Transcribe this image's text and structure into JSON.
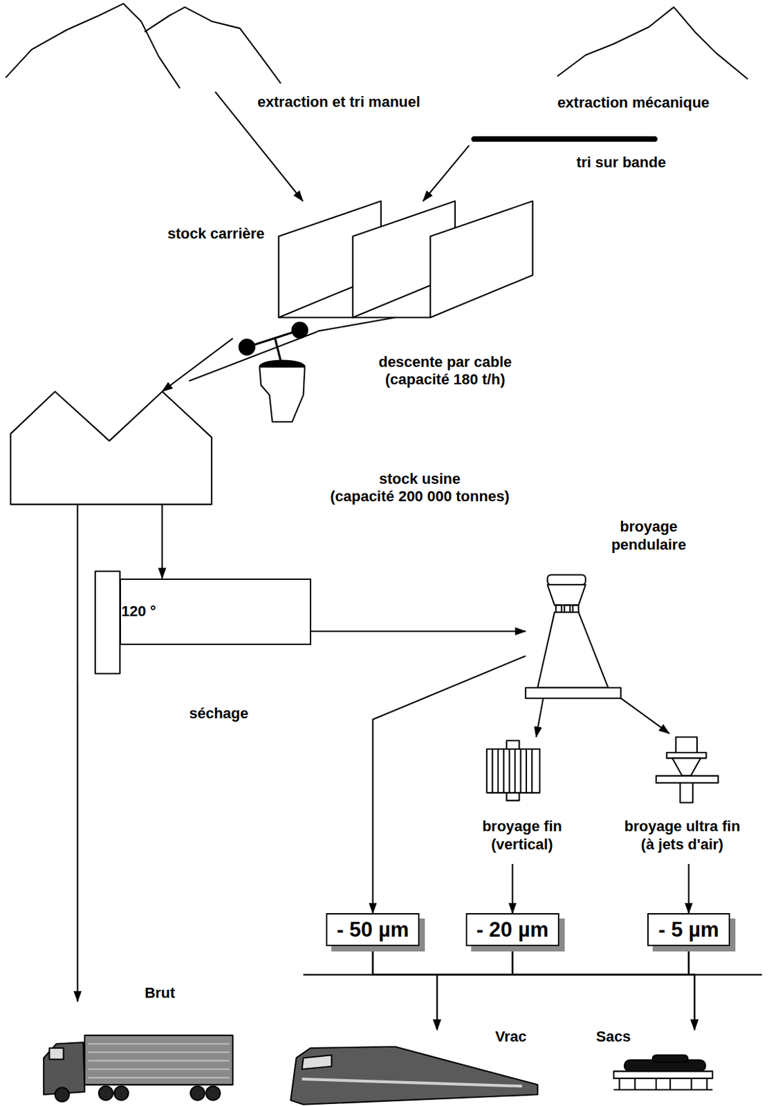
{
  "diagram": {
    "nodes": [
      {
        "text": [
          "extraction et tri manuel"
        ]
      },
      {
        "text": [
          "extraction mécanique"
        ]
      },
      {
        "text": [
          "tri sur bande"
        ]
      },
      {
        "text": [
          "stock carrière"
        ]
      },
      {
        "text": [
          "descente par cable (capacité 180 t/h)"
        ]
      },
      {
        "text": [
          "stock usine (capacité 200 000 tonnes)"
        ]
      },
      {
        "text": [
          "120 °",
          "séchage"
        ]
      },
      {
        "text": [
          "broyage pendulaire"
        ]
      },
      {
        "text": [
          "broyage fin (vertical)"
        ]
      },
      {
        "text": [
          "broyage ultra fin (à jets d'air)"
        ]
      },
      {
        "text": [
          "- 50 µm"
        ]
      },
      {
        "text": [
          "- 20 µm"
        ]
      },
      {
        "text": [
          "- 5 µm"
        ]
      },
      {
        "text": [
          "Brut"
        ]
      },
      {
        "text": [
          "Vrac"
        ]
      },
      {
        "text": [
          "Sacs"
        ]
      }
    ],
    "edges": [
      {
        "from": 0,
        "to": 3,
        "arrow": "to"
      },
      {
        "from": 2,
        "to": 3,
        "arrow": "to"
      },
      {
        "from": 3,
        "to": 4,
        "arrow": "none"
      },
      {
        "from": 4,
        "to": 5,
        "arrow": "to"
      },
      {
        "from": 5,
        "to": 13,
        "arrow": "to"
      },
      {
        "from": 5,
        "to": 6,
        "arrow": "to"
      },
      {
        "from": 6,
        "to": 7,
        "arrow": "to"
      },
      {
        "from": 7,
        "to": 10,
        "arrow": "to"
      },
      {
        "from": 7,
        "to": 8,
        "arrow": "to"
      },
      {
        "from": 7,
        "to": 9,
        "arrow": "to"
      },
      {
        "from": 8,
        "to": 11,
        "arrow": "to"
      },
      {
        "from": 9,
        "to": 12,
        "arrow": "to"
      },
      {
        "from": 10,
        "to": 14,
        "arrow": "to"
      },
      {
        "from": 11,
        "to": 14,
        "arrow": "to"
      },
      {
        "from": 12,
        "to": 14,
        "arrow": "to"
      },
      {
        "from": 10,
        "to": 15,
        "arrow": "to"
      },
      {
        "from": 11,
        "to": 15,
        "arrow": "to"
      },
      {
        "from": 12,
        "to": 15,
        "arrow": "to"
      }
    ]
  }
}
